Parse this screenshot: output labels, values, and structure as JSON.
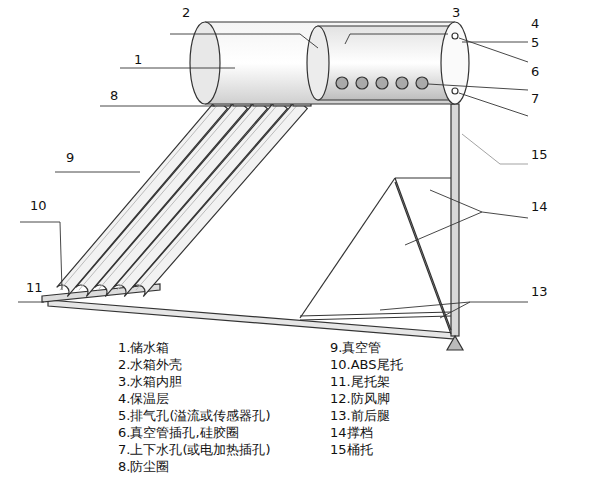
{
  "diagram": {
    "labels": [
      "1",
      "2",
      "3",
      "4",
      "5",
      "6",
      "7",
      "8",
      "9",
      "10",
      "11",
      "13",
      "14",
      "15",
      "1.储水箱",
      "2.水箱外壳",
      "3.水箱内胆",
      "4.保温层",
      "5.排气孔(溢流或传感器孔)",
      "6.真空管插孔,硅胶圈",
      "7.上下水孔(或电加热插孔)",
      "8.防尘圈",
      "9.真空管",
      "10.ABS尾托",
      "11.尾托架",
      "12.防风脚",
      "13.前后腿",
      "14撑档",
      "15桶托"
    ]
  }
}
